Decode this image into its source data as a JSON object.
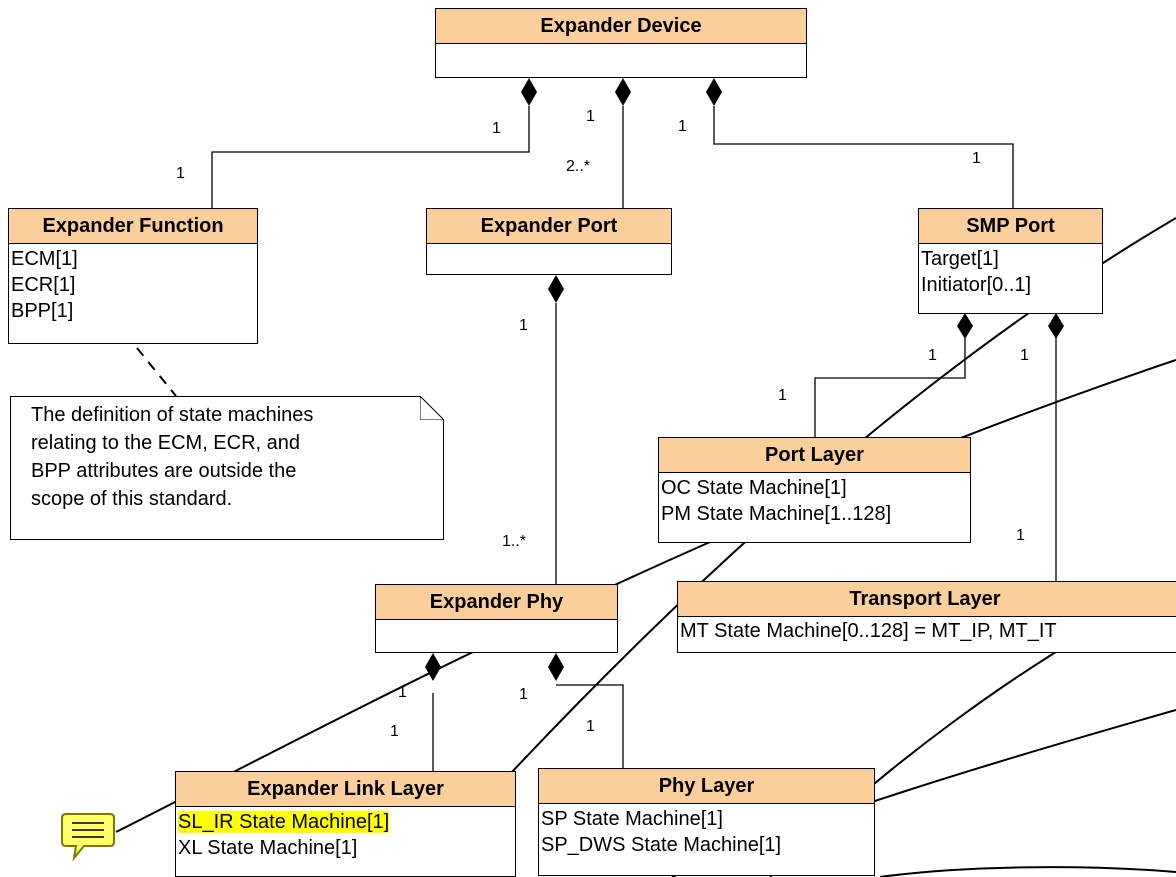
{
  "classes": {
    "expander_device": {
      "title": "Expander Device",
      "attributes": []
    },
    "expander_function": {
      "title": "Expander Function",
      "attributes": [
        "ECM[1]",
        "ECR[1]",
        "BPP[1]"
      ]
    },
    "expander_port": {
      "title": "Expander Port",
      "attributes": []
    },
    "smp_port": {
      "title": "SMP Port",
      "attributes": [
        "Target[1]",
        "Initiator[0..1]"
      ]
    },
    "port_layer": {
      "title": "Port Layer",
      "attributes": [
        "OC State Machine[1]",
        "PM State Machine[1..128]"
      ]
    },
    "transport_layer": {
      "title": "Transport Layer",
      "attributes": [
        "MT State Machine[0..128] = MT_IP, MT_IT"
      ]
    },
    "expander_phy": {
      "title": "Expander Phy",
      "attributes": []
    },
    "expander_link_layer": {
      "title": "Expander Link Layer",
      "attributes": [
        "SL_IR State Machine[1]",
        "XL State Machine[1]"
      ]
    },
    "phy_layer": {
      "title": "Phy Layer",
      "attributes": [
        "SP State Machine[1]",
        "SP_DWS State Machine[1]"
      ]
    }
  },
  "note": {
    "lines": [
      "The definition of state machines",
      "relating to the ECM, ECR, and",
      "BPP attributes are outside the",
      "scope of this standard."
    ]
  },
  "multiplicities": {
    "device_function_whole": "1",
    "device_function_part": "1",
    "device_port_whole": "1",
    "device_port_part": "2..*",
    "device_smp_whole": "1",
    "device_smp_part": "1",
    "port_phy_whole": "1",
    "port_phy_part": "1..*",
    "smp_portlayer_whole": "1",
    "smp_portlayer_part": "1",
    "smp_transport_whole": "1",
    "smp_transport_part": "1",
    "phy_link_whole": "1",
    "phy_link_part": "1",
    "phy_phylayer_whole": "1",
    "phy_phylayer_part": "1"
  },
  "colors": {
    "class_header": "#fbcf9c",
    "highlight": "#ffff00",
    "comment_icon_fill": "#ffff66",
    "line": "#000000"
  },
  "icons": {
    "comment": "comment-icon"
  }
}
